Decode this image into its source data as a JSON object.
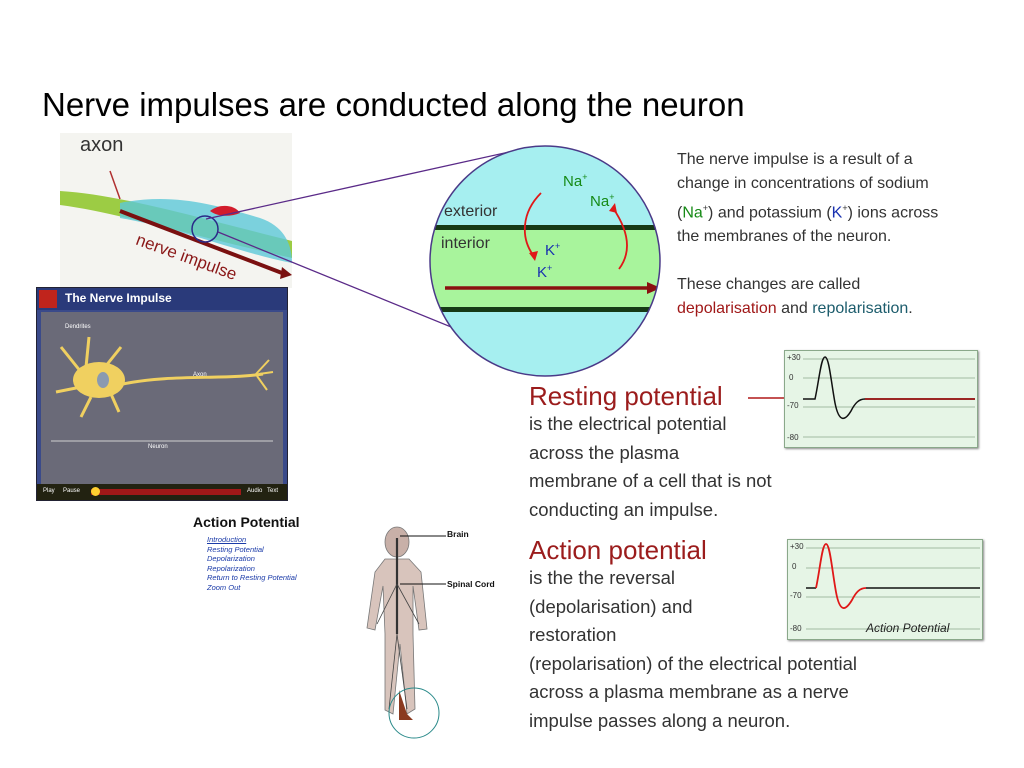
{
  "slide": {
    "title": "Nerve impulses are conducted along the neuron"
  },
  "neuron_diagram": {
    "axon_label": "axon",
    "impulse_label": "nerve impulse",
    "exterior": "exterior",
    "interior": "interior",
    "na1": "Na",
    "na2": "Na",
    "k1": "K",
    "k2": "K",
    "plus": "+"
  },
  "description": {
    "line1": "The nerve impulse is a result of a",
    "line2": "change in concentrations of sodium",
    "na": "Na",
    "mid": ") and potassium (",
    "k": "K",
    "end": ") ions across",
    "line4": "the membranes of the neuron.",
    "line5": "These changes are called",
    "depol": "depolarisation",
    "and": " and ",
    "repol": "repolarisation",
    "period": "."
  },
  "resting": {
    "heading": "Resting potential",
    "lines": [
      "is the electrical potential",
      "across the plasma",
      "membrane of a cell that is not",
      "conducting an impulse."
    ]
  },
  "action": {
    "heading": "Action potential",
    "lines": [
      "is the the reversal",
      "(depolarisation) and",
      "restoration",
      "(repolarisation) of the electrical potential",
      "across a plasma membrane as a nerve",
      "impulse passes along a neuron."
    ]
  },
  "graph1": {
    "ticks": [
      "+30",
      "0",
      "-70",
      "-80"
    ]
  },
  "graph2": {
    "ticks": [
      "+30",
      "0",
      "-70",
      "-80"
    ],
    "caption": "Action Potential"
  },
  "animation": {
    "title": "The Nerve Impulse",
    "dendrites": "Dendrites",
    "axon": "Axon",
    "neuron": "Neuron",
    "play": "Play",
    "pause": "Pause",
    "audio": "Audio",
    "text": "Text"
  },
  "action_menu": {
    "title": "Action Potential",
    "links": [
      "Introduction",
      "Resting Potential",
      "Depolarization",
      "Repolarization",
      "Return to Resting Potential",
      "Zoom Out"
    ]
  },
  "body_figure": {
    "brain": "Brain",
    "spinal": "Spinal Cord"
  }
}
